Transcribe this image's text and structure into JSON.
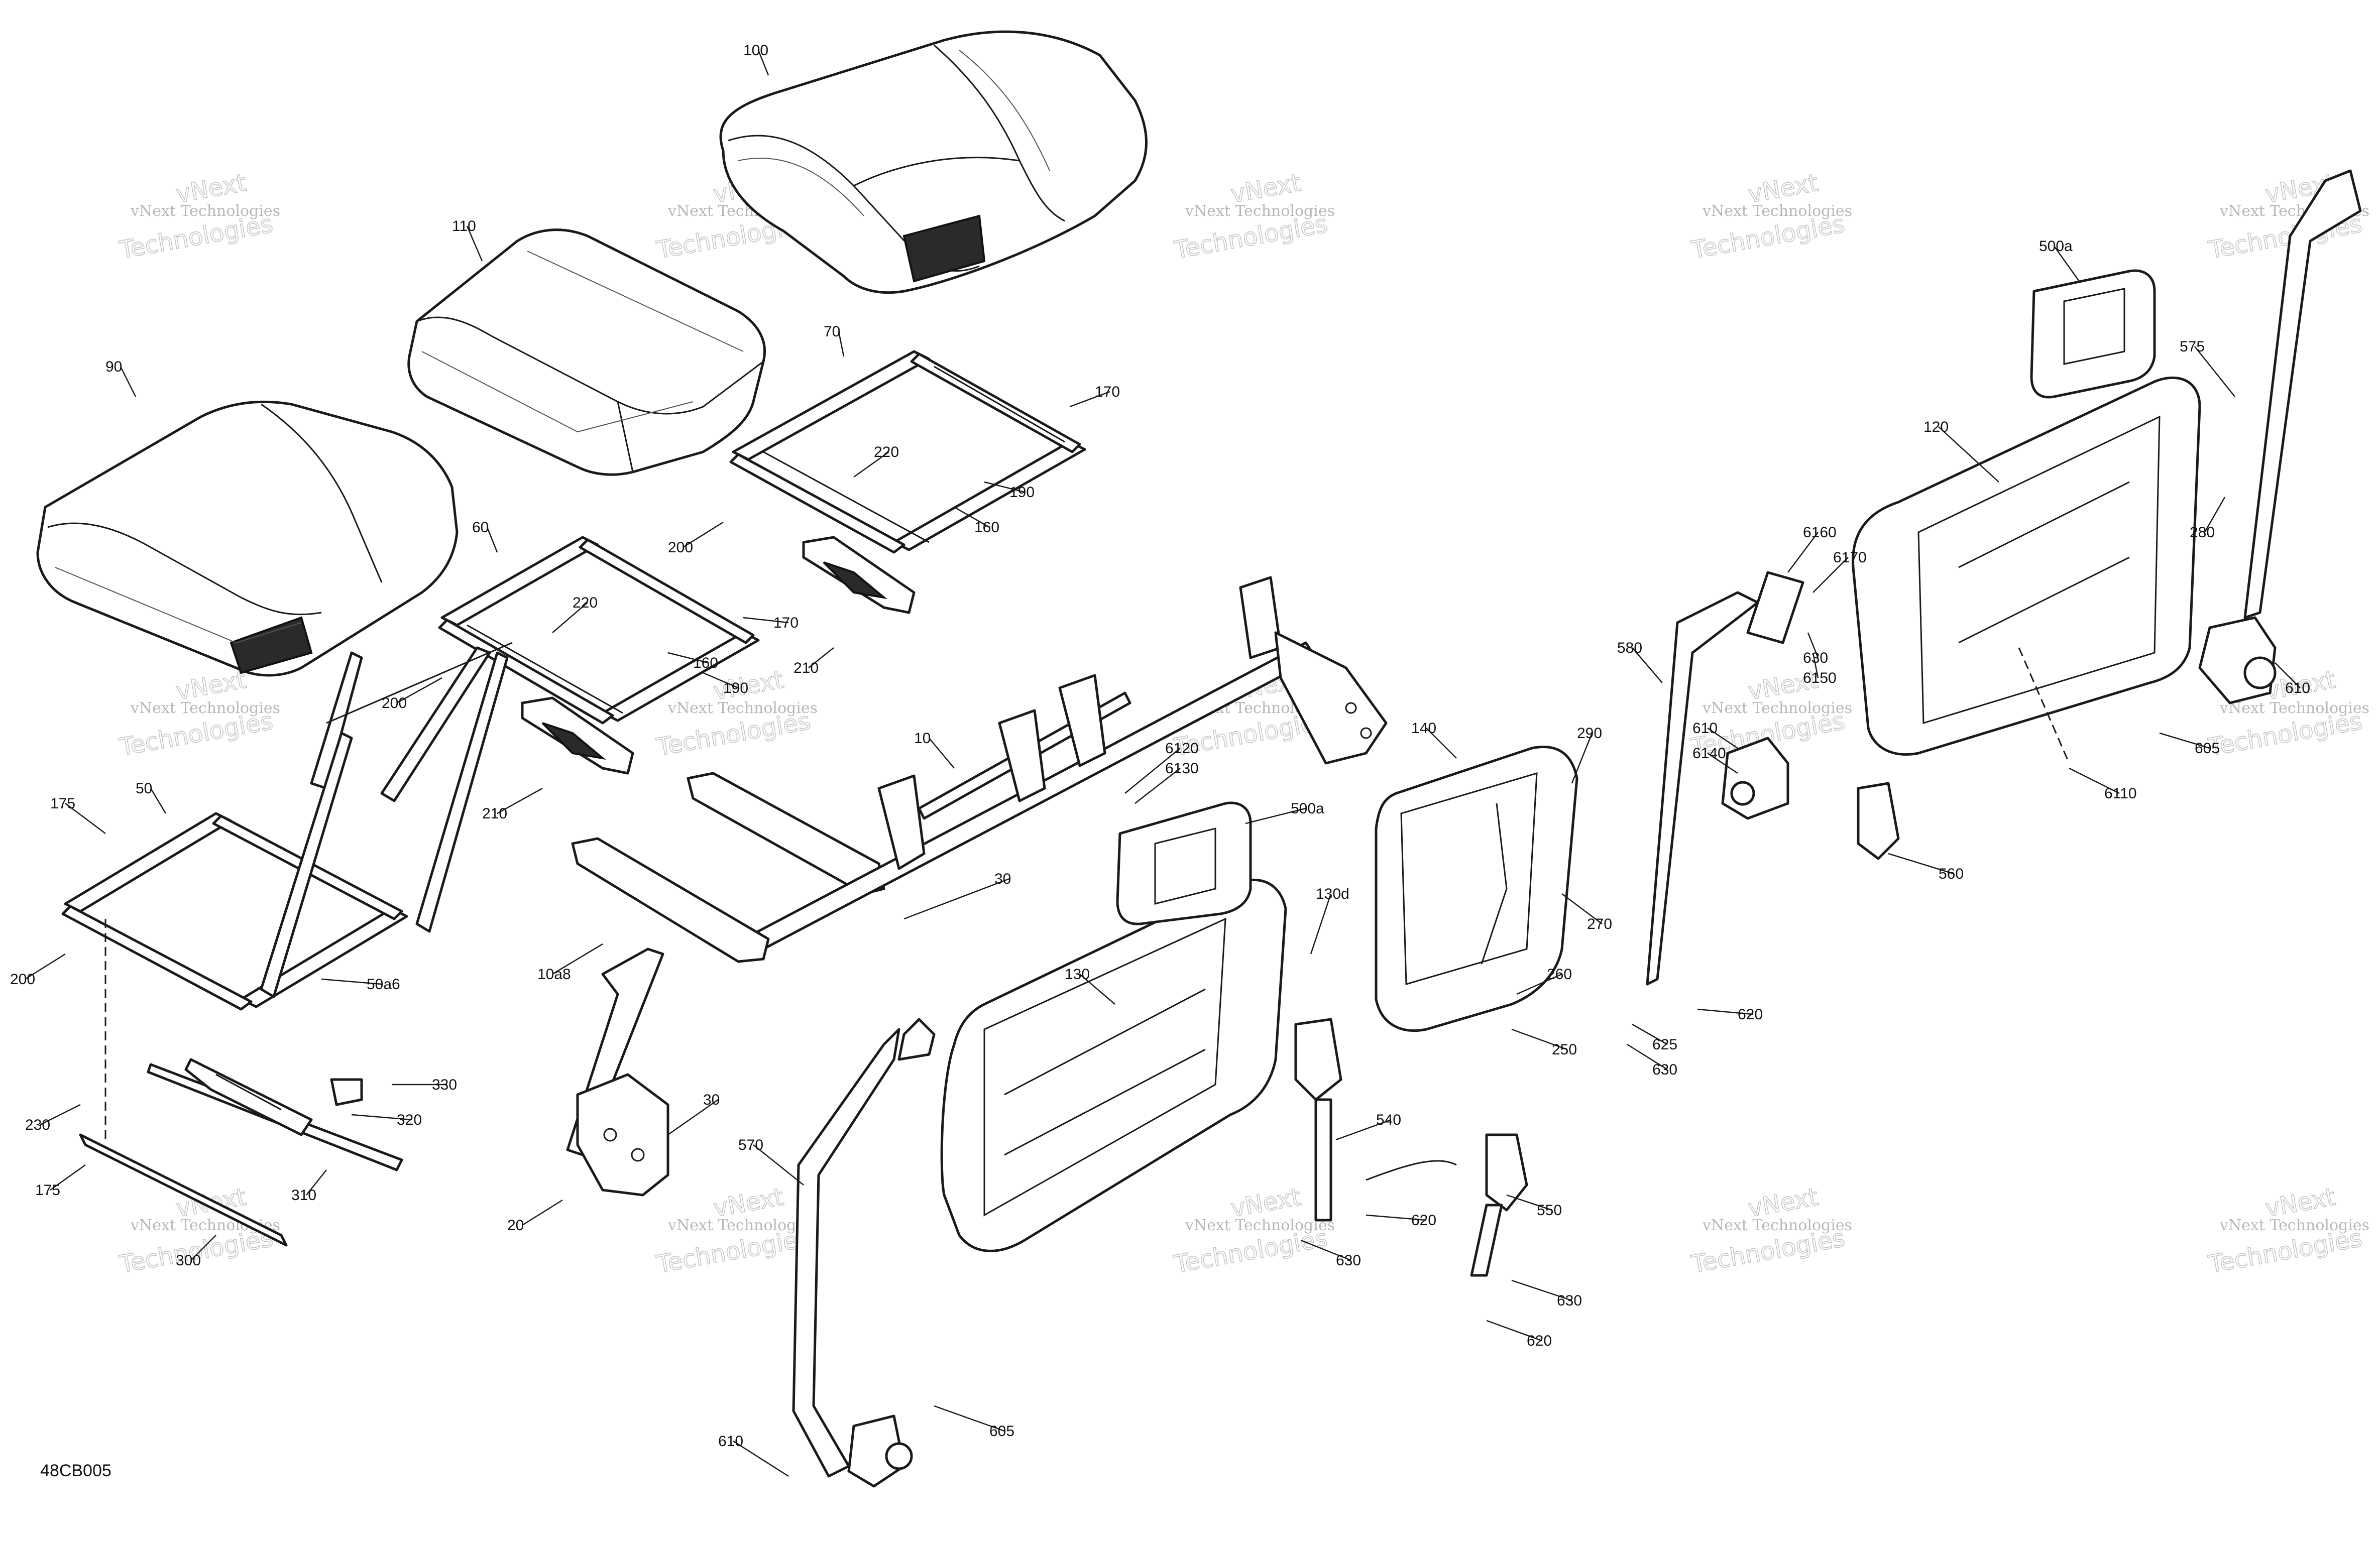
{
  "diagram": {
    "reference_code": "48CB005",
    "watermark": {
      "line1": "vNext Technologies",
      "line2": "Technologies",
      "line2_prefix": "vNext"
    },
    "callouts": [
      "100",
      "110",
      "90",
      "70",
      "170",
      "220",
      "190",
      "160",
      "200",
      "60",
      "220",
      "170",
      "160",
      "190",
      "200",
      "210",
      "210",
      "175",
      "50",
      "200",
      "50a6",
      "230",
      "175",
      "330",
      "320",
      "310",
      "300",
      "10",
      "6120",
      "6130",
      "500a",
      "30",
      "130d",
      "10a8",
      "30",
      "20",
      "130",
      "570",
      "610",
      "605",
      "540",
      "620",
      "630",
      "550",
      "630",
      "620",
      "140",
      "290",
      "270",
      "260",
      "250",
      "580",
      "6140",
      "610",
      "620",
      "625",
      "630",
      "6160",
      "6170",
      "630",
      "6150",
      "500a",
      "120",
      "575",
      "280",
      "610",
      "605",
      "6110",
      "560"
    ]
  }
}
